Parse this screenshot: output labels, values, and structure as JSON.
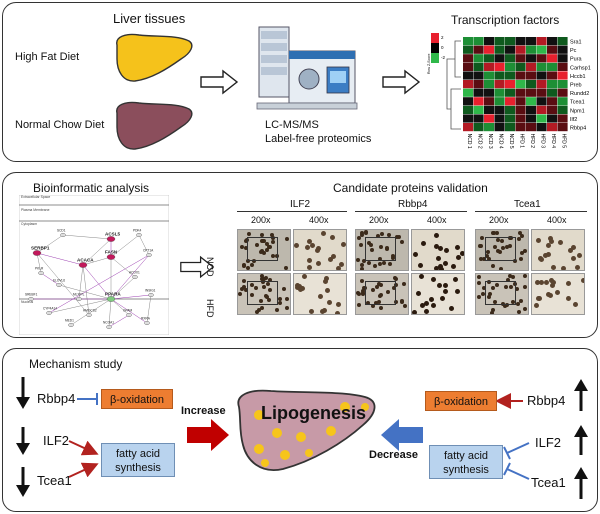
{
  "panel1": {
    "liver_title": "Liver tissues",
    "hfd_label": "High Fat Diet",
    "ncd_label": "Normal Chow Diet",
    "lcms_line1": "LC-MS/MS",
    "lcms_line2": "Label-free proteomics",
    "tf_title": "Transcription factors",
    "heatmap_legend_title": "Row Z-Score",
    "heatmap_legend_ticks": [
      "2",
      "0",
      "-2"
    ],
    "heatmap_rows": [
      "Sra1",
      "Pc",
      "Pura",
      "Carhsp1",
      "Hccb1",
      "Preb",
      "Rundd2",
      "Tcea1",
      "Npm1",
      "Ilf2",
      "Rbbp4"
    ],
    "heatmap_cols": [
      "NCD 1",
      "NCD 2",
      "NCD 3",
      "NCD 4",
      "NCD 5",
      "HFD 1",
      "HFD 2",
      "HFD 3",
      "HFD 4",
      "HFD 5"
    ],
    "colors": {
      "liver_hfd": "#f5c21b",
      "liver_ncd": "#8b4e5c",
      "heat_red": "#e8202e",
      "heat_green": "#2fb84a"
    }
  },
  "panel2": {
    "bio_title": "Bioinformatic analysis",
    "network_labels": [
      "Extracellular Space",
      "Plasma Membrane",
      "Cytoplasm",
      "Nucleus",
      "SERBP1",
      "ACSL5",
      "ACACA",
      "FASN",
      "PPARA",
      "SCD1",
      "PDK4",
      "PKLR",
      "ACOX1",
      "CPT1A",
      "ELOVL6",
      "HMGCS2",
      "CYP4A14",
      "GPAM",
      "INSIG1",
      "SREBF1",
      "MED1",
      "NCOA1",
      "RXRA",
      "MLXIPL"
    ],
    "validation_title": "Candidate proteins validation",
    "proteins": [
      "ILF2",
      "Rbbp4",
      "Tcea1"
    ],
    "magnifications": [
      "200x",
      "400x"
    ],
    "row_labels": [
      "NCD",
      "HFD"
    ]
  },
  "panel3": {
    "title": "Mechanism study",
    "left_rbbp4": "Rbbp4",
    "left_ilf2": "ILF2",
    "left_tcea1": "Tcea1",
    "beta_ox": "β-oxidation",
    "fas_line1": "fatty acid",
    "fas_line2": "synthesis",
    "increase": "Increase",
    "decrease": "Decrease",
    "lipogenesis": "Lipogenesis",
    "right_rbbp4": "Rbbp4",
    "right_ilf2": "ILF2",
    "right_tcea1": "Tcea1",
    "colors": {
      "beta_box": "#ed7d31",
      "fas_box": "#b9d3ee",
      "inhibit_blue": "#4472c4",
      "activate_red": "#b2221f",
      "increase_arrow": "#c00000",
      "decrease_arrow": "#4472c4",
      "liver": "#c79aa7",
      "fat_dot": "#f6c51b"
    }
  }
}
